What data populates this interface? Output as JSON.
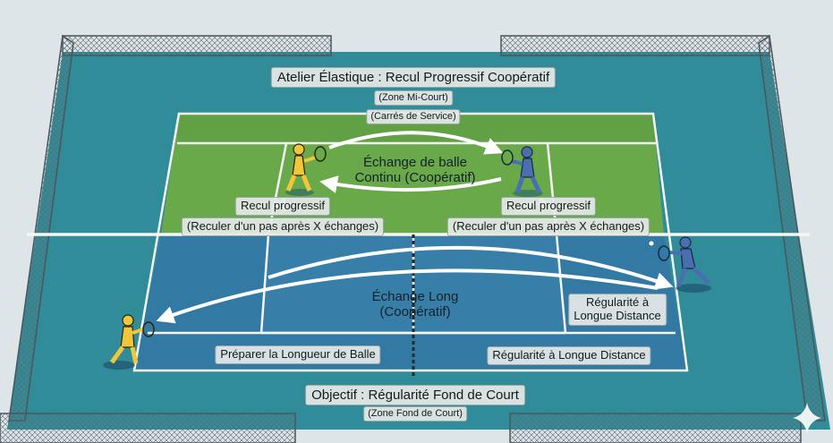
{
  "title": "Atelier Élastique : Recul Progressif Coopératif",
  "zone_mid": "(Zone Mi-Court)",
  "service_squares": "(Carrés de Service)",
  "exchange_mid": {
    "line1": "Échange de balle",
    "line2": "Continu (Coopératif)"
  },
  "retreat_left": {
    "title": "Recul progressif",
    "detail": "(Reculer d'un pas après X échanges)"
  },
  "retreat_right": {
    "title": "Recul progressif",
    "detail": "(Reculer d'un pas après X échanges)"
  },
  "exchange_long": {
    "line1": "Échange Long",
    "line2": "(Coopératif)"
  },
  "regularity_box": {
    "line1": "Régularité à",
    "line2": "Longue Distance"
  },
  "prepare_length": "Préparer la Longueur de Balle",
  "regularity_bottom": "Régularité à Longue Distance",
  "objective": "Objectif : Régularité Fond de Court",
  "zone_back": "(Zone Fond de Court)",
  "colors": {
    "court_outer": "#2f8c98",
    "court_green": "#6aa94a",
    "court_blue": "#3279a4",
    "lines": "#f4f7f4",
    "player_yellow": "#f0c63a",
    "player_blue": "#4a6fb0"
  }
}
